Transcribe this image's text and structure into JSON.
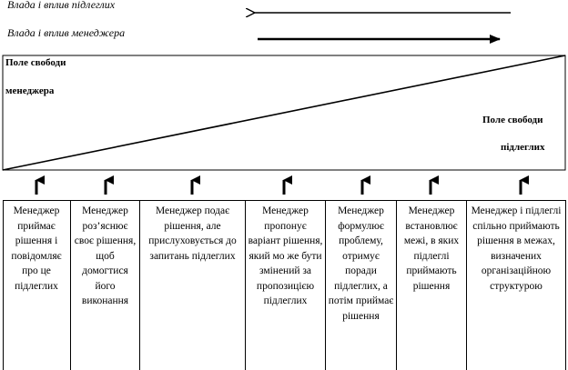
{
  "legend": {
    "subordinates": "Влада і вплив підлеглих",
    "manager": "Влада і вплив менеджера"
  },
  "fields": {
    "manager_line1": "Поле свободи",
    "manager_line2": "менеджера",
    "subordinates_line1": "Поле свободи",
    "subordinates_line2": "підлеглих"
  },
  "columns": [
    {
      "text": "Менеджер приймає рішення і повідомляє про це підлеглих"
    },
    {
      "text": "Менеджер роз’яснює своє рішення, щоб домогтися його виконання"
    },
    {
      "text": "Менеджер подає рішення, але прислуховується до запитань підлеглих"
    },
    {
      "text": "Менеджер пропонує варіант рішення, який мо же бути змінений за пропозицією підлеглих"
    },
    {
      "text": "Менеджер формулює проблему, отримує поради підлеглих, а потім приймає рішення"
    },
    {
      "text": "Менеджер встановлює межі, в яких підлеглі приймають рішення"
    },
    {
      "text": "Менеджер і підлеглі спільно приймають рішення в межах, визначених організаційною структурою"
    }
  ]
}
